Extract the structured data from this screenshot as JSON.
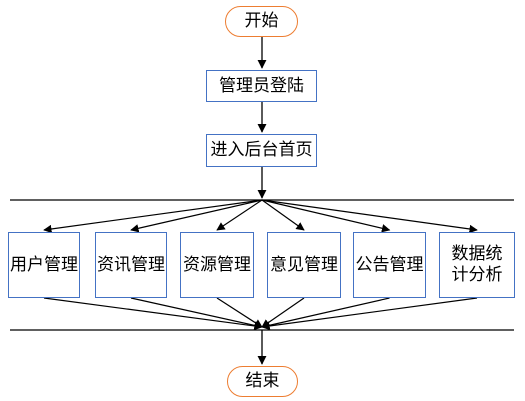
{
  "flowchart": {
    "start": "开始",
    "login": "管理员登陆",
    "home": "进入后台首页",
    "modules": [
      "用户管理",
      "资讯管理",
      "资源管理",
      "意见管理",
      "公告管理",
      "数据统计分析"
    ],
    "end": "结束"
  },
  "colors": {
    "terminal_border": "#ed7d31",
    "process_border": "#4472c4",
    "line": "#000000"
  }
}
